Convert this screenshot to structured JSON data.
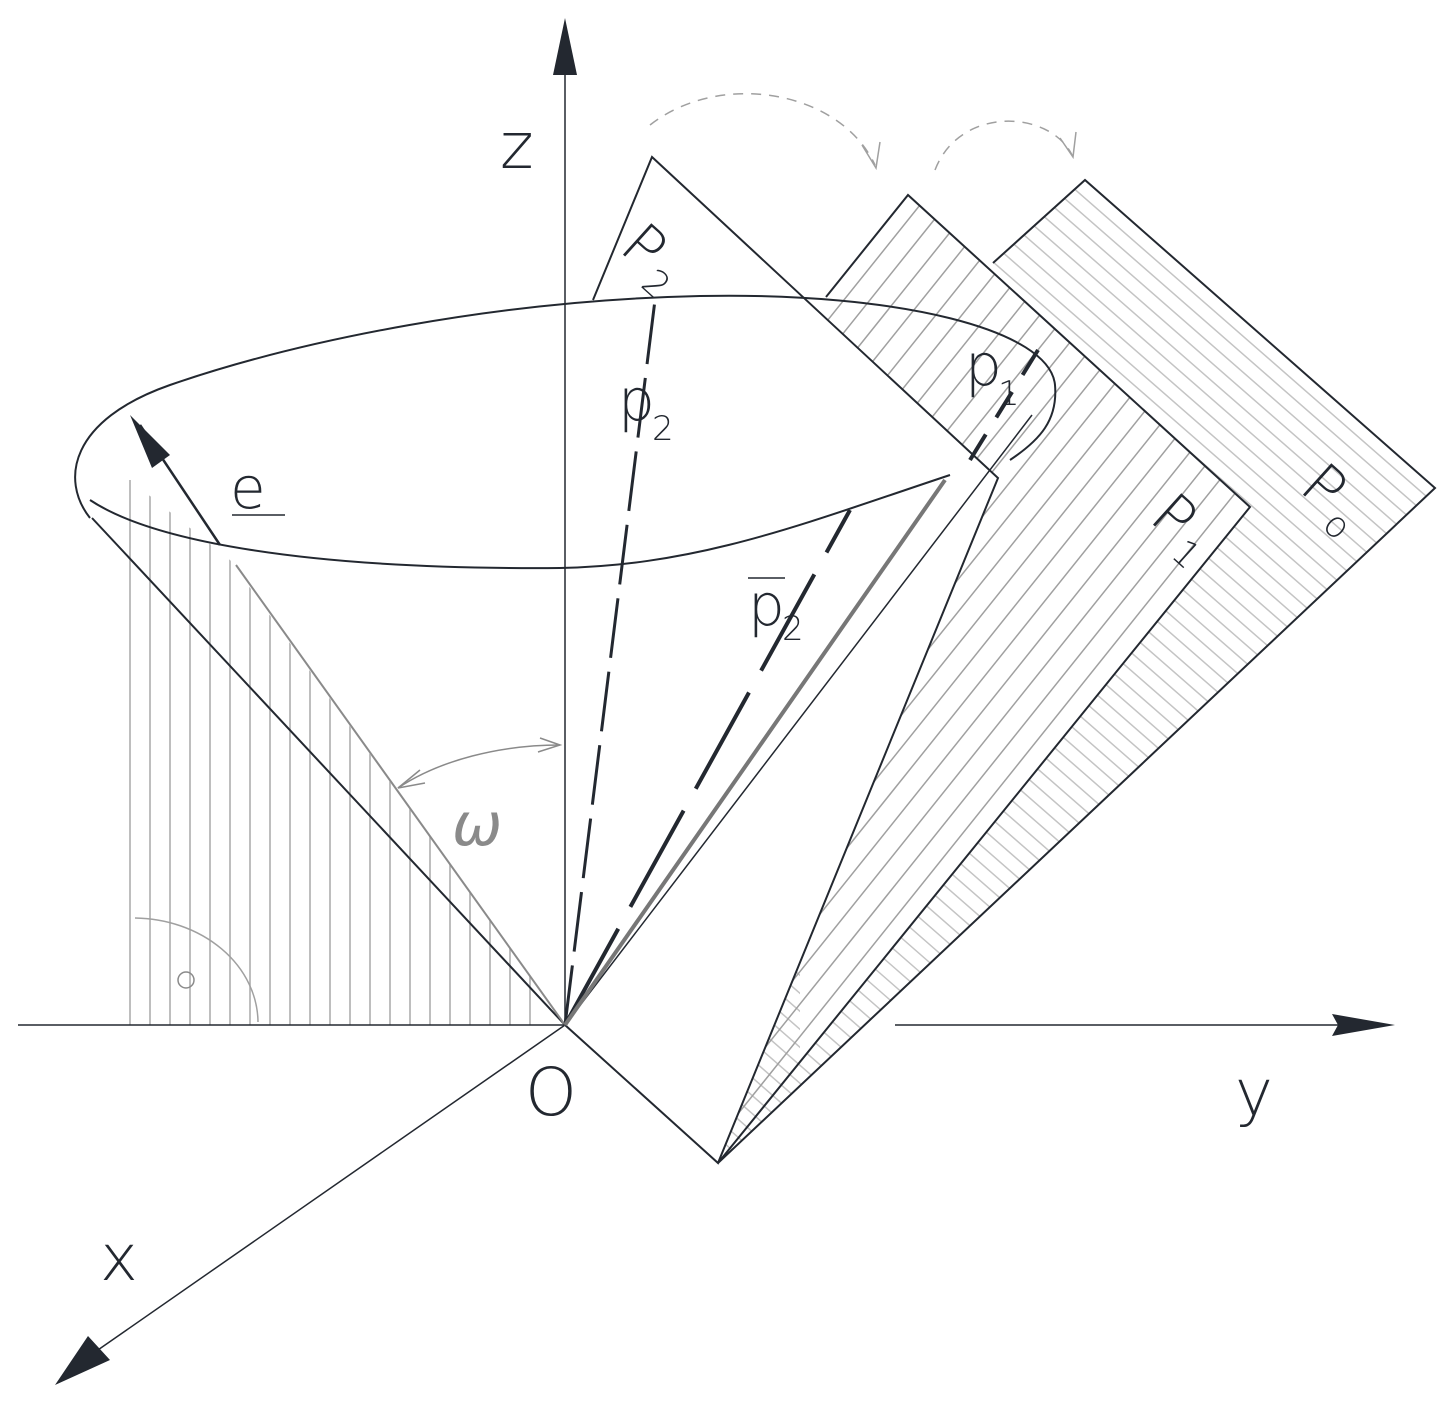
{
  "axes": {
    "z": "z",
    "y": "y",
    "x": "x",
    "origin": "O"
  },
  "planes": {
    "P0": {
      "main": "P",
      "sub": "o"
    },
    "P1": {
      "main": "P",
      "sub": "1"
    },
    "P2": {
      "main": "P",
      "sub": "2"
    }
  },
  "vectors": {
    "p1": {
      "main": "p",
      "sub": "1"
    },
    "p2": {
      "main": "p",
      "sub": "2"
    },
    "p2bar": {
      "main": "p",
      "sub": "2"
    },
    "e": "e"
  },
  "angle": "ω",
  "right_angle_mark": "∘",
  "colors": {
    "ink": "#232830",
    "grey": "#8a8a8a",
    "light": "#bdbdbd"
  }
}
